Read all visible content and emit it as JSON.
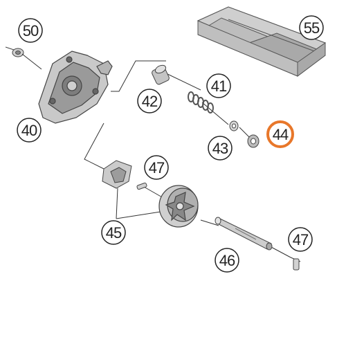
{
  "diagram": {
    "highlight_color": "#e8772a",
    "callouts": [
      {
        "id": "c50",
        "label": "50"
      },
      {
        "id": "c55",
        "label": "55"
      },
      {
        "id": "c40",
        "label": "40"
      },
      {
        "id": "c41",
        "label": "41"
      },
      {
        "id": "c42",
        "label": "42"
      },
      {
        "id": "c43",
        "label": "43"
      },
      {
        "id": "c44",
        "label": "44",
        "highlighted": true
      },
      {
        "id": "c47a",
        "label": "47"
      },
      {
        "id": "c45",
        "label": "45"
      },
      {
        "id": "c46",
        "label": "46"
      },
      {
        "id": "c47b",
        "label": "47"
      }
    ]
  }
}
